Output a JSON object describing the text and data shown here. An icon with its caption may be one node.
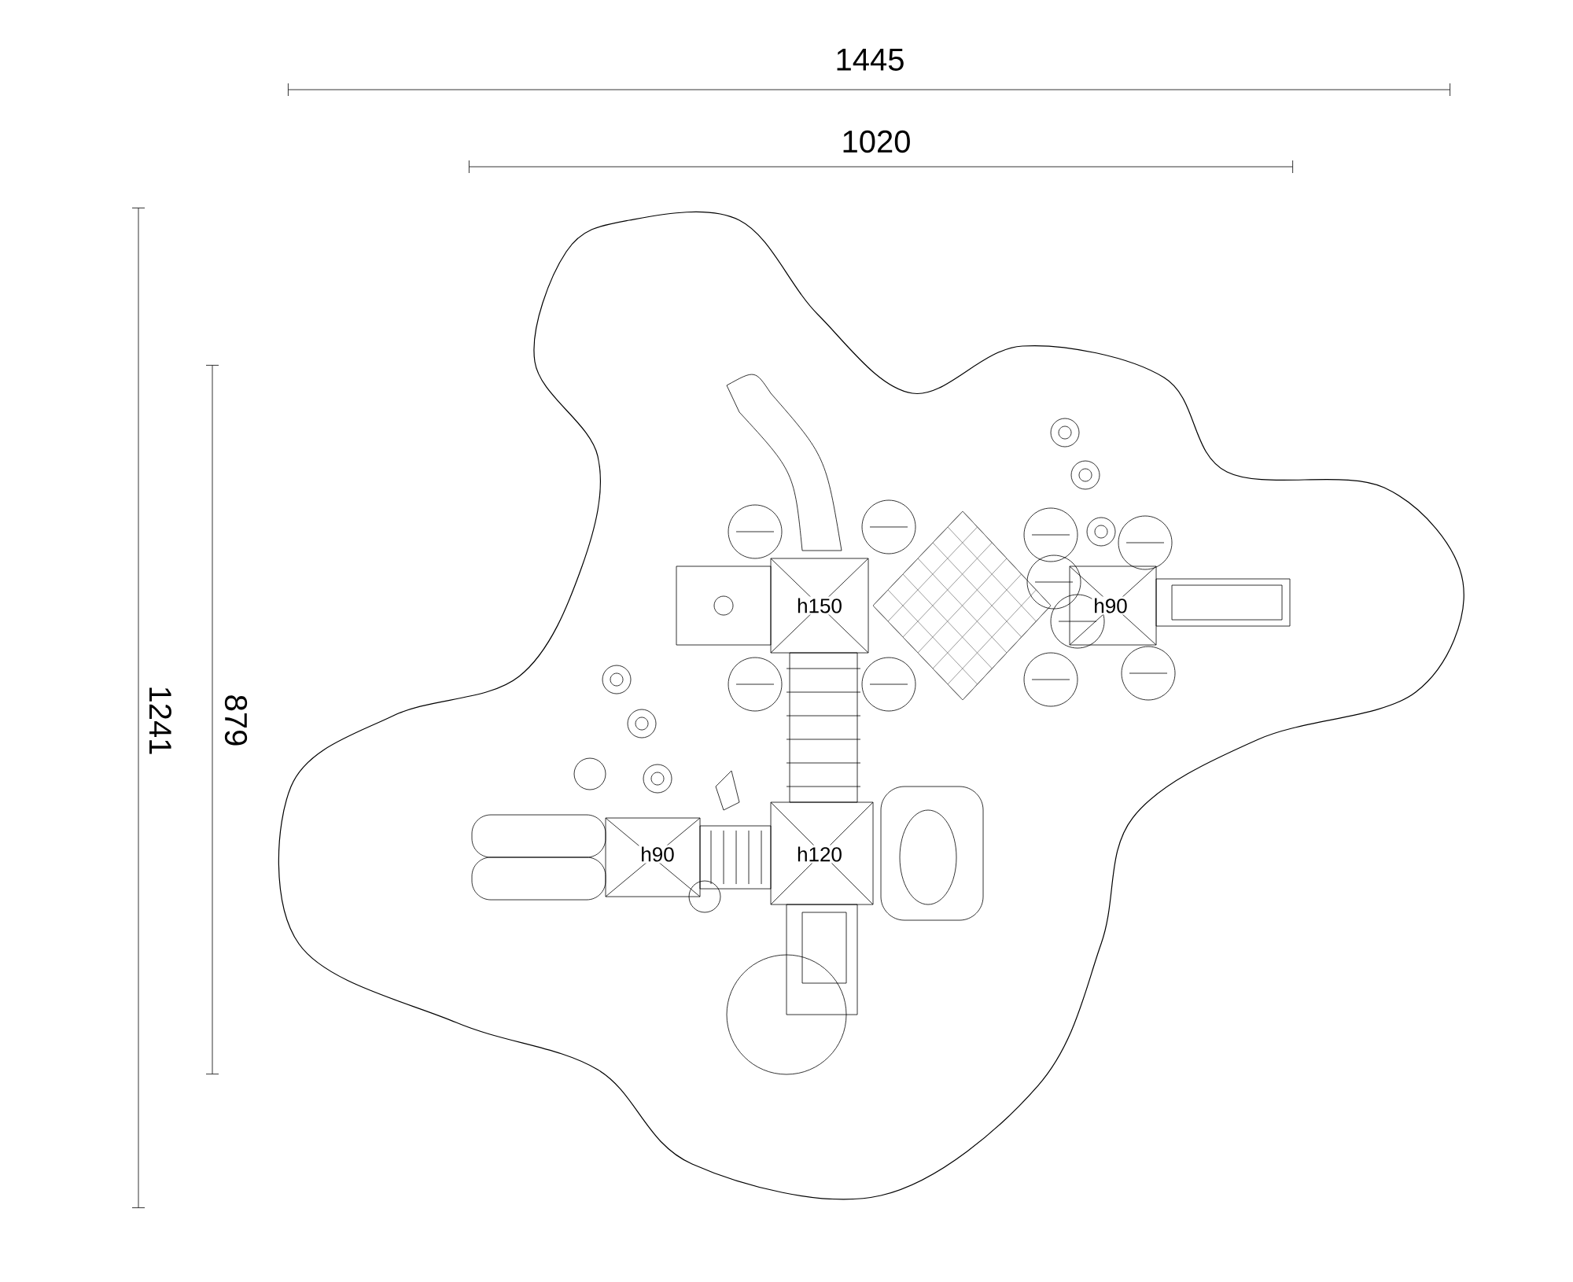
{
  "diagram": {
    "labels": [
      "1445",
      "1020",
      "1241",
      "879",
      "h150",
      "h90",
      "h90",
      "h120"
    ]
  }
}
